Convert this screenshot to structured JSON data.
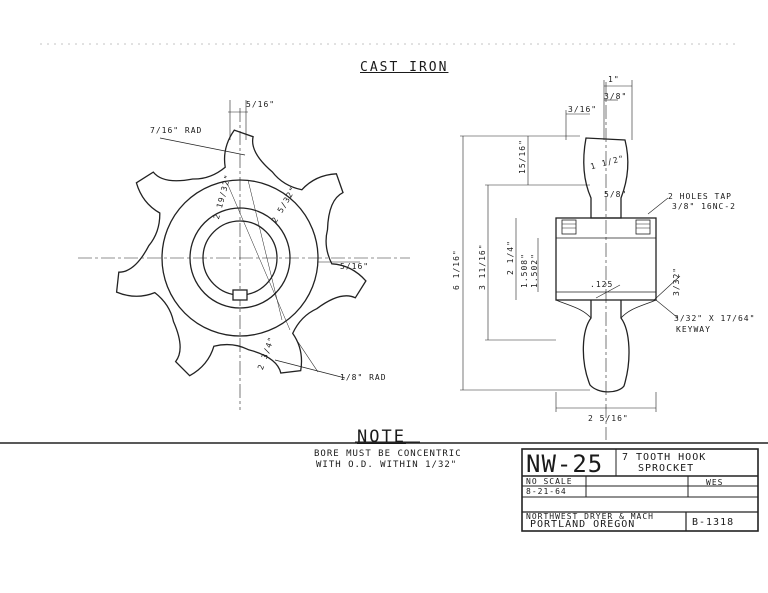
{
  "material_title": "CAST IRON",
  "left_view": {
    "tip_radius": "7/16\" RAD",
    "tooth_width_top": "5/16\"",
    "dim_diagonal_1": "2 19/32\"",
    "dim_diagonal_2": "2 5/32\"",
    "right_dim": "5/16\"",
    "root_dim": "2 3/4\"",
    "root_radius": "1/8\" RAD"
  },
  "right_view": {
    "overall_width": "1\"",
    "hub_width": "3/8\"",
    "offset_left": "3/16\"",
    "tooth_height": "15/16\"",
    "tooth_angle": "1 1/2\"",
    "hole_small": "5/8\"",
    "tap_note_line1": "2 HOLES TAP",
    "tap_note_line2": "3/8\" 16NC-2",
    "overall_height": "6 1/16\"",
    "height_2": "3 11/16\"",
    "hub_dia": "2 1/4\"",
    "bore_max": "1.508\"",
    "bore_min": "1.502\"",
    "chamfer": ".125",
    "keyway_depth": "3/32\"",
    "keyway_line1": "3/32\" X 17/64\"",
    "keyway_line2": "KEYWAY",
    "bottom_width": "2 5/16\""
  },
  "note": {
    "heading": "NOTE",
    "line1": "BORE MUST BE CONCENTRIC",
    "line2": "WITH O.D. WITHIN 1/32\""
  },
  "title_block": {
    "part_number": "NW-25",
    "description_line1": "7 TOOTH HOOK",
    "description_line2": "SPROCKET",
    "scale": "NO SCALE",
    "date": "8-21-64",
    "drawn_by": "WES",
    "company_line1": "NORTHWEST DRYER & MACH",
    "company_line2": "PORTLAND OREGON",
    "drawing_number": "B-1318"
  }
}
